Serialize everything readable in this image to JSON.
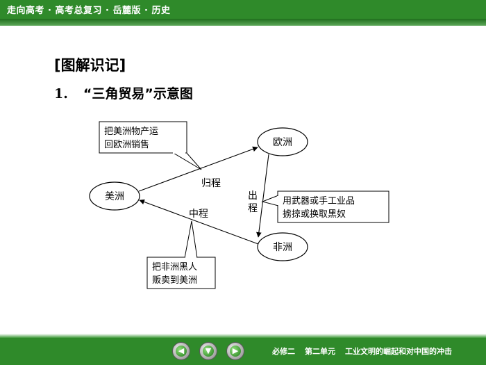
{
  "header": {
    "title": "走向高考 · 高考总复习 · 岳麓版 · 历史"
  },
  "content": {
    "section_heading": "[图解识记]",
    "diagram_number": "1.",
    "diagram_title": "“三角贸易”示意图"
  },
  "diagram": {
    "nodes": {
      "europe": "欧洲",
      "americas": "美洲",
      "africa": "非洲"
    },
    "legs": {
      "outbound": "出程",
      "middle": "中程",
      "return": "归程"
    },
    "notes": {
      "outbound_line1": "用武器或手工业品",
      "outbound_line2": "掳掠或换取黑奴",
      "middle_line1": "把非洲黑人",
      "middle_line2": "贩卖到美洲",
      "return_line1": "把美洲物产运",
      "return_line2": "回欧洲销售"
    }
  },
  "footer": {
    "nav": {
      "prev_icon": "arrow-left-icon",
      "down_icon": "arrow-down-icon",
      "next_icon": "arrow-right-icon"
    },
    "course": "必修二",
    "unit": "第二单元",
    "topic": "工业文明的崛起和对中国的冲击"
  },
  "colors": {
    "bar_green": "#2f8a2a",
    "line": "#000000"
  }
}
